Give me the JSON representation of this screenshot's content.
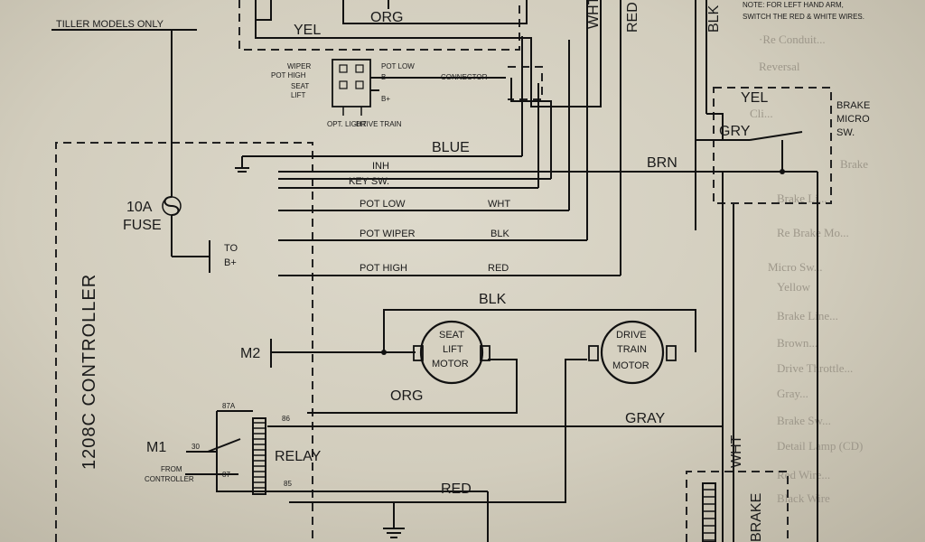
{
  "labels": {
    "tiller": "TILLER MODELS ONLY",
    "yel_top": "YEL",
    "org_top": "ORG",
    "wht_top": "WHT",
    "red_top": "RED",
    "blk_top": "BLK",
    "note_1": "NOTE: FOR LEFT HAND ARM,",
    "note_2": "SWITCH THE RED & WHITE WIRES.",
    "pot_low_r": "POT LOW",
    "b_minus": "B-",
    "b_plus": "B+",
    "wiper": "WIPER",
    "pot_high_l": "POT HIGH",
    "seat": "SEAT",
    "lift": "LIFT",
    "connector": "CONNECTOR",
    "opt_light": "OPT. LIGHT",
    "drive_train": "DRIVE TRAIN",
    "yel_brake": "YEL",
    "brake_micro_1": "BRAKE",
    "brake_micro_2": "MICRO",
    "brake_micro_3": "SW.",
    "gry": "GRY",
    "blue": "BLUE",
    "brn": "BRN",
    "inh": "INH",
    "key_sw": "KEY SW.",
    "pot_low": "POT LOW",
    "wht": "WHT",
    "pot_wiper": "POT WIPER",
    "blk": "BLK",
    "pot_high": "POT HIGH",
    "red": "RED",
    "fuse_10a": "10A",
    "fuse": "FUSE",
    "to": "TO",
    "to_b": "B+",
    "controller": "1208C CONTROLLER",
    "blk_motor": "BLK",
    "m2": "M2",
    "seat_lift_motor_1": "SEAT",
    "seat_lift_motor_2": "LIFT",
    "seat_lift_motor_3": "MOTOR",
    "drive_train_motor_1": "DRIVE",
    "drive_train_motor_2": "TRAIN",
    "drive_train_motor_3": "MOTOR",
    "org": "ORG",
    "gray": "GRAY",
    "wht_brake": "WHT",
    "m1": "M1",
    "from_1": "FROM",
    "from_2": "CONTROLLER",
    "relay": "RELAY",
    "t87a": "87A",
    "t86": "86",
    "t30": "30",
    "t87": "87",
    "t85": "85",
    "red_bottom": "RED",
    "brake": "BRAKE"
  }
}
